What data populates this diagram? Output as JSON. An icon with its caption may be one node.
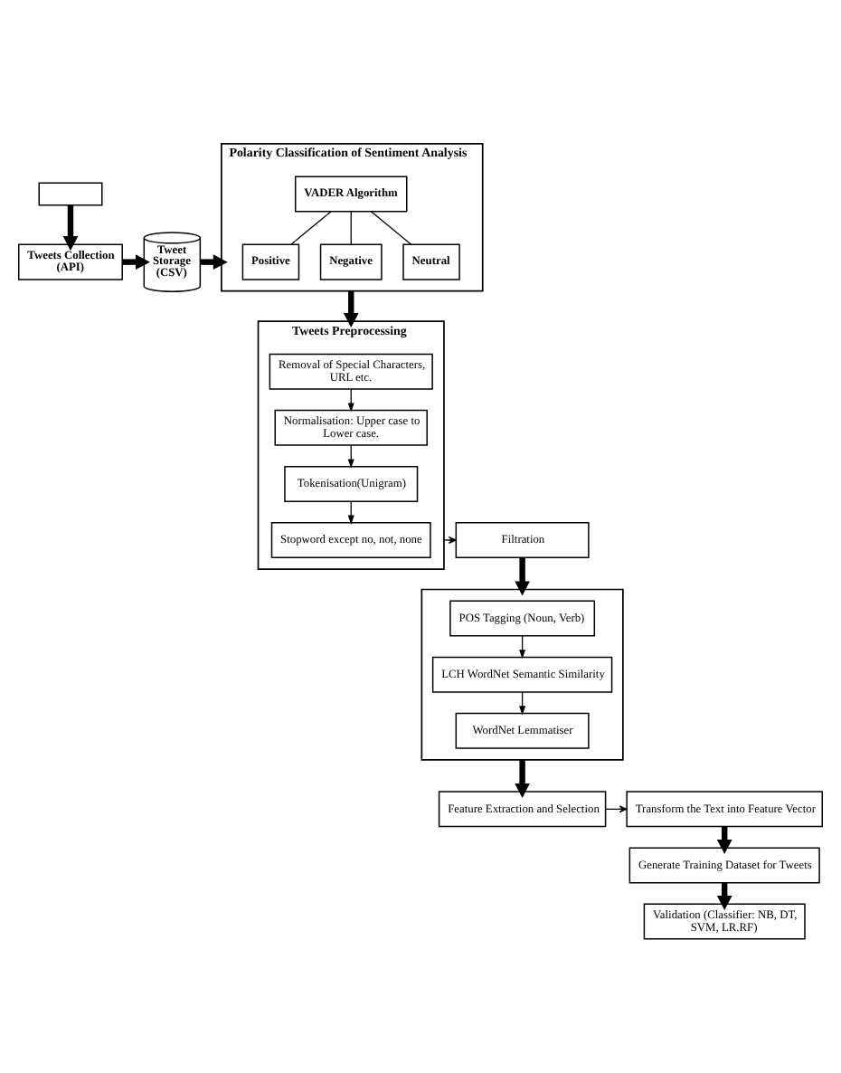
{
  "diagram": {
    "nodes": [
      {
        "text": [],
        "shape": "box"
      },
      {
        "text": [
          "Tweets Collection (API)"
        ]
      },
      {
        "text": [
          "Tweet Storage (CSV)"
        ]
      },
      {
        "text": [
          "Polarity Classification of Sentiment Analysis"
        ]
      },
      {
        "text": [
          "VADER Algorithm"
        ],
        "in": 3
      },
      {
        "text": [
          "Positive"
        ],
        "in": 3
      },
      {
        "text": [
          "Negative"
        ],
        "in": 3
      },
      {
        "text": [
          "Neutral"
        ],
        "in": 3
      },
      {
        "text": [
          "Tweets Preprocessing"
        ]
      },
      {
        "text": [
          "Removal of Special Characters, URL etc."
        ],
        "in": 8
      },
      {
        "text": [
          "Normalisation: Upper case to Lower case."
        ],
        "in": 8
      },
      {
        "text": [
          "Tokenisation(Unigram)"
        ],
        "in": 8
      },
      {
        "text": [
          "Stopword except no, not, none"
        ],
        "in": 8
      },
      {
        "text": [
          "Filtration"
        ]
      },
      {
        "text": [],
        "shape": "box"
      },
      {
        "text": [
          "POS Tagging (Noun, Verb)"
        ],
        "in": 14
      },
      {
        "text": [
          "LCH WordNet Semantic Similarity"
        ],
        "in": 14
      },
      {
        "text": [
          "WordNet Lemmatiser"
        ],
        "in": 14
      },
      {
        "text": [
          "Feature Extraction and Selection"
        ]
      },
      {
        "text": [
          "Transform the Text into Feature Vector"
        ]
      },
      {
        "text": [
          "Generate Training Dataset for Tweets"
        ]
      },
      {
        "text": [
          "Validation (Classifier: NB, DT, SVM, LR.RF)"
        ]
      }
    ],
    "edges": [
      {
        "from": 0,
        "to": 1,
        "arrow": "to",
        "style": "thick"
      },
      {
        "from": 1,
        "to": 2,
        "arrow": "to",
        "style": "thick"
      },
      {
        "from": 2,
        "to": 3,
        "arrow": "to",
        "style": "thick"
      },
      {
        "from": 4,
        "to": 5,
        "arrow": "none"
      },
      {
        "from": 4,
        "to": 6,
        "arrow": "none"
      },
      {
        "from": 4,
        "to": 7,
        "arrow": "none"
      },
      {
        "from": 3,
        "to": 8,
        "arrow": "to",
        "style": "thick"
      },
      {
        "from": 9,
        "to": 10,
        "arrow": "to"
      },
      {
        "from": 10,
        "to": 11,
        "arrow": "to"
      },
      {
        "from": 11,
        "to": 12,
        "arrow": "to"
      },
      {
        "from": 8,
        "to": 13,
        "arrow": "to"
      },
      {
        "from": 13,
        "to": 14,
        "arrow": "to",
        "style": "thick"
      },
      {
        "from": 15,
        "to": 16,
        "arrow": "to"
      },
      {
        "from": 16,
        "to": 17,
        "arrow": "to"
      },
      {
        "from": 14,
        "to": 18,
        "arrow": "to",
        "style": "thick"
      },
      {
        "from": 18,
        "to": 19,
        "arrow": "to"
      },
      {
        "from": 19,
        "to": 20,
        "arrow": "to",
        "style": "thick"
      },
      {
        "from": 20,
        "to": 21,
        "arrow": "to",
        "style": "thick"
      }
    ]
  }
}
